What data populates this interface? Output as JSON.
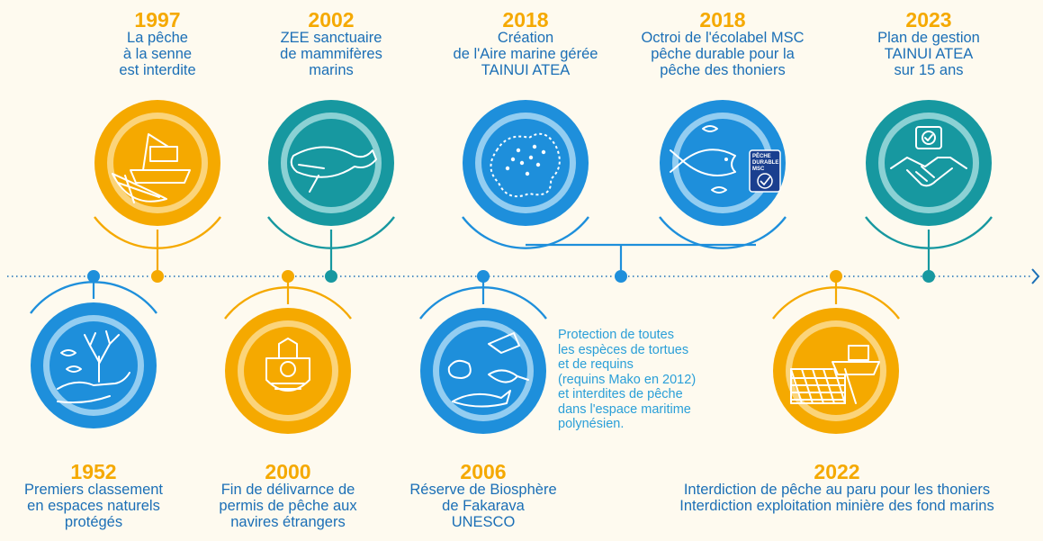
{
  "colors": {
    "background": "#fefaef",
    "yellow": "#f5a900",
    "yellow_light": "#fbd47a",
    "teal": "#1798a0",
    "teal_light": "#8bd1d4",
    "blue": "#1e8fdb",
    "blue_light": "#93cdf1",
    "text_blue": "#1b6fb6",
    "note_blue": "#2a9fd8",
    "timeline": "#1b6fb6"
  },
  "events_top": [
    {
      "year": "1997",
      "lines": [
        "La pêche",
        "à la senne",
        "est interdite"
      ],
      "icon": "seine-fishing-boat-icon",
      "color": "yellow"
    },
    {
      "year": "2002",
      "lines": [
        "ZEE sanctuaire",
        "de mammifères",
        "marins"
      ],
      "icon": "whale-icon",
      "color": "teal"
    },
    {
      "year": "2018",
      "lines": [
        "Création",
        "de l'Aire marine gérée",
        "TAINUI ATEA"
      ],
      "icon": "island-map-icon",
      "color": "blue"
    },
    {
      "year": "2018",
      "lines": [
        "Octroi de l'écolabel MSC",
        "pêche durable pour la",
        "pêche des thoniers"
      ],
      "icon": "tuna-msc-icon",
      "color": "blue"
    },
    {
      "year": "2023",
      "lines": [
        "Plan de gestion",
        "TAINUI ATEA",
        "sur 15 ans"
      ],
      "icon": "handshake-plan-icon",
      "color": "teal"
    }
  ],
  "events_bottom": [
    {
      "year": "1952",
      "lines": [
        "Premiers classement",
        "en espaces naturels",
        "protégés"
      ],
      "icon": "coral-hand-icon",
      "color": "blue"
    },
    {
      "year": "2000",
      "lines": [
        "Fin de délivarnce de",
        "permis de pêche aux",
        "navires étrangers"
      ],
      "icon": "polynesia-emblem-icon",
      "color": "yellow"
    },
    {
      "year": "2006",
      "lines": [
        "Réserve de Biosphère",
        "de Fakarava",
        "UNESCO"
      ],
      "icon": "marine-life-icon",
      "color": "blue"
    },
    {
      "year": "2022",
      "lines": [
        "Interdiction de pêche au paru pour les thoniers",
        "Interdiction exploitation minière des fond marins"
      ],
      "icon": "tuna-boat-net-icon",
      "color": "yellow"
    }
  ],
  "note": {
    "lines": [
      "Protection de toutes",
      "les espèces de tortues",
      "et de requins",
      "(requins Mako en 2012)",
      "et interdites de pêche",
      "dans l'espace maritime",
      "polynésien."
    ]
  },
  "msc_badge": [
    "PÊCHE",
    "DURABLE",
    "MSC"
  ]
}
